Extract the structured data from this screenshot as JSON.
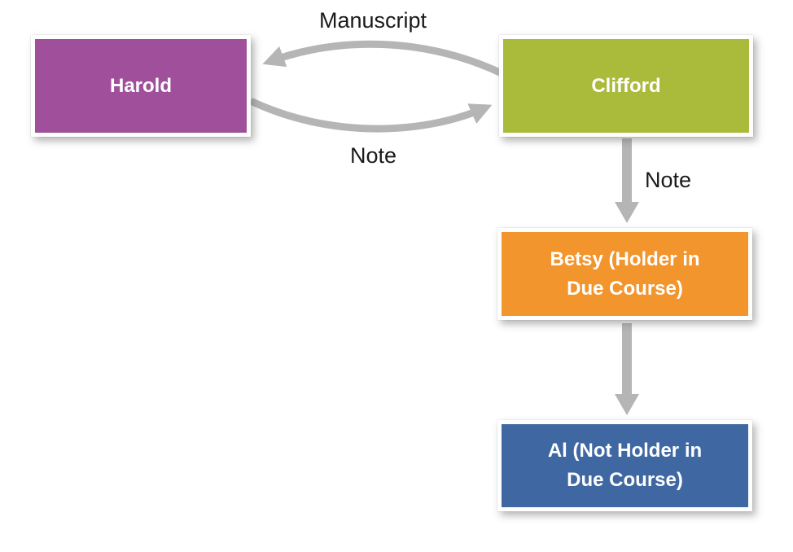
{
  "diagram": {
    "background_color": "#ffffff",
    "arrow_color": "#b5b5b5",
    "label_text_color": "#1a1a1a",
    "nodes": [
      {
        "id": "harold",
        "label": "Harold",
        "color": "#a0509b"
      },
      {
        "id": "clifford",
        "label": "Clifford",
        "color": "#aaba3b"
      },
      {
        "id": "betsy",
        "label": "Betsy (Holder in Due Course)",
        "color": "#f3952d"
      },
      {
        "id": "al",
        "label": "Al (Not Holder in Due Course)",
        "color": "#3f68a2"
      }
    ],
    "edges": [
      {
        "from": "clifford",
        "to": "harold",
        "label": "Manuscript",
        "type": "curved"
      },
      {
        "from": "harold",
        "to": "clifford",
        "label": "Note",
        "type": "curved"
      },
      {
        "from": "clifford",
        "to": "betsy",
        "label": "Note",
        "type": "straight"
      },
      {
        "from": "betsy",
        "to": "al",
        "label": "",
        "type": "straight"
      }
    ]
  }
}
